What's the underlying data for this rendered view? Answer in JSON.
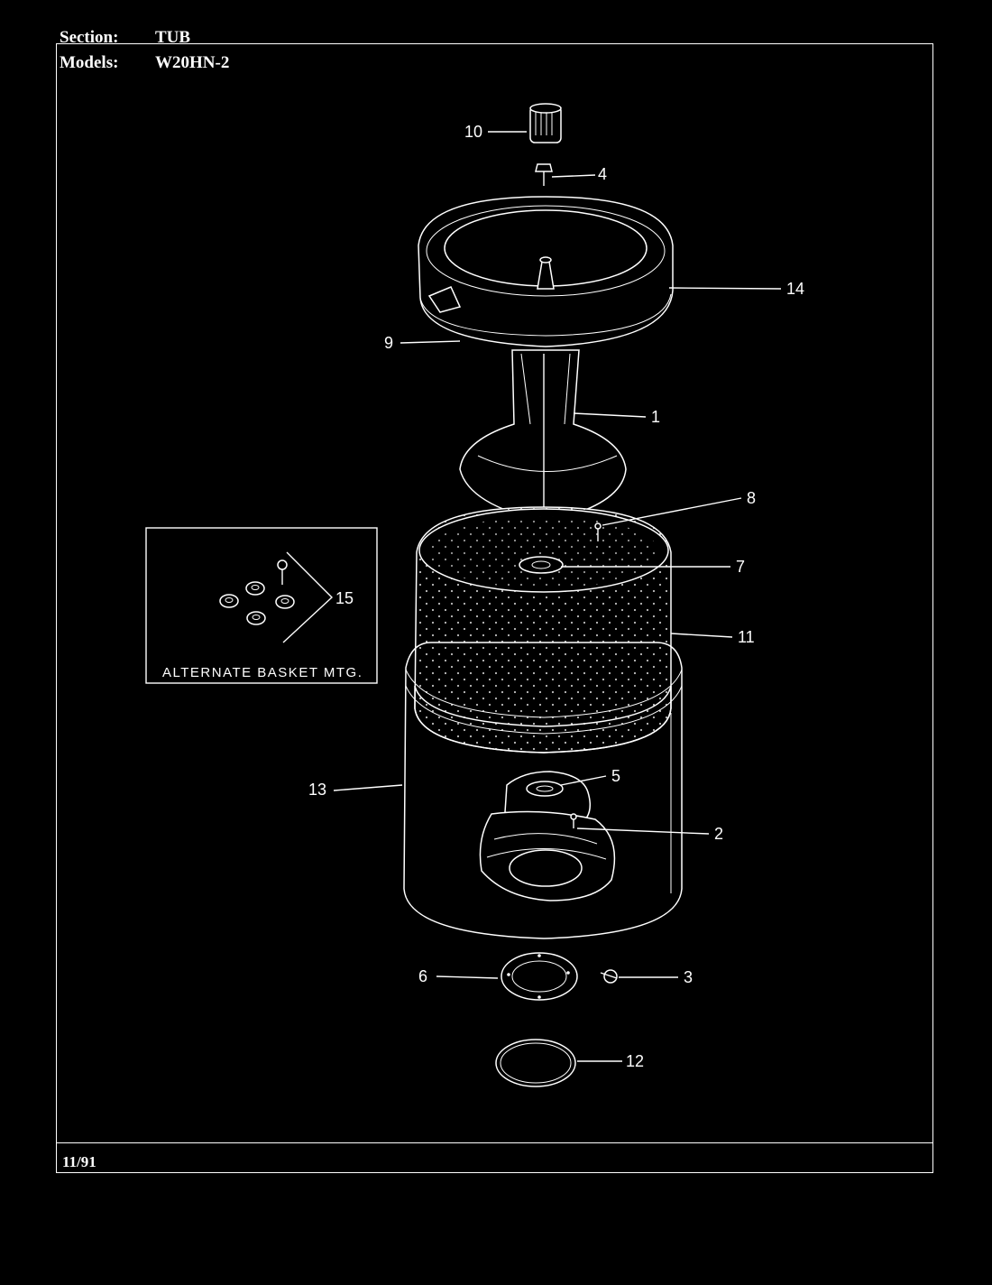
{
  "header": {
    "section_label": "Section:",
    "section_value": "TUB",
    "models_label": "Models:",
    "models_value": "W20HN-2"
  },
  "footer": {
    "date": "11/91"
  },
  "inset": {
    "label": "ALTERNATE BASKET MTG."
  },
  "callouts": [
    "1",
    "2",
    "3",
    "4",
    "5",
    "6",
    "7",
    "8",
    "9",
    "10",
    "11",
    "12",
    "13",
    "14",
    "15"
  ]
}
